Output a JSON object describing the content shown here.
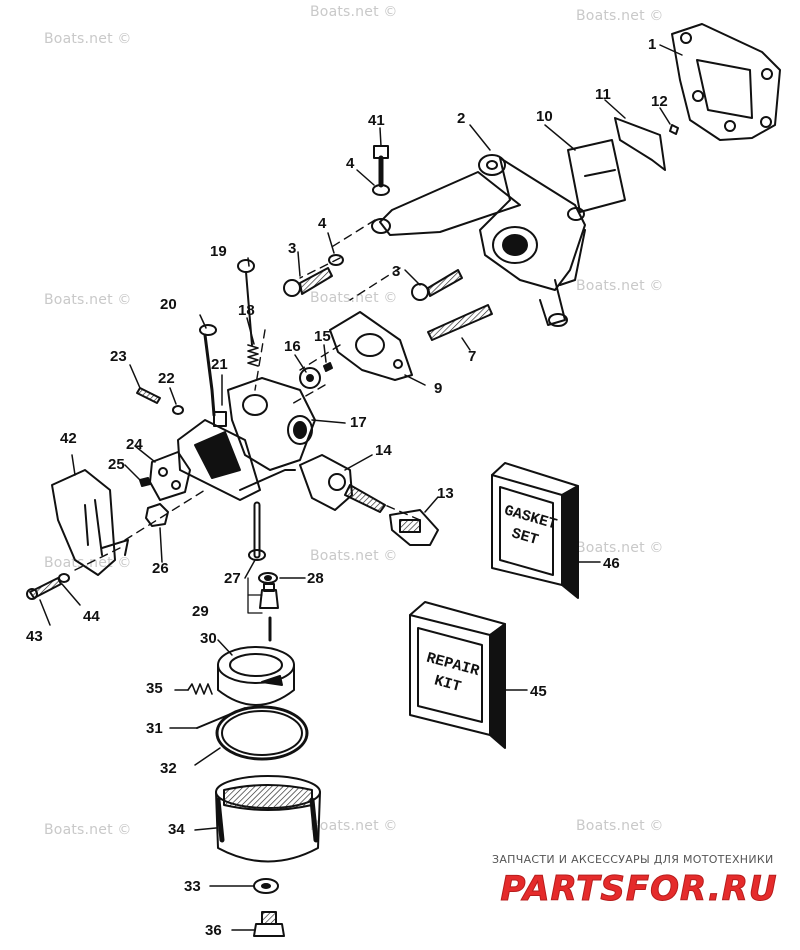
{
  "watermark": "Boats.net ©",
  "brand": {
    "caption": "ЗАПЧАСТИ И АКСЕССУАРЫ ДЛЯ МОТОТЕХНИКИ",
    "logo_text": "PARTSFOR.RU",
    "logo_color": "#e52b2b"
  },
  "kits": {
    "gasket": [
      "GASKET",
      "SET"
    ],
    "repair": [
      "REPAIR",
      "KIT"
    ]
  },
  "callouts": {
    "c1": "1",
    "c2": "2",
    "c3a": "3",
    "c3b": "3",
    "c4a": "4",
    "c4b": "4",
    "c7": "7",
    "c9": "9",
    "c10": "10",
    "c11": "11",
    "c12": "12",
    "c13": "13",
    "c14": "14",
    "c15": "15",
    "c16": "16",
    "c17": "17",
    "c18": "18",
    "c19": "19",
    "c20": "20",
    "c21": "21",
    "c22": "22",
    "c23": "23",
    "c24": "24",
    "c25": "25",
    "c26": "26",
    "c27": "27",
    "c28": "28",
    "c29": "29",
    "c30": "30",
    "c31": "31",
    "c32": "32",
    "c33": "33",
    "c34": "34",
    "c35": "35",
    "c36": "36",
    "c41": "41",
    "c42": "42",
    "c43": "43",
    "c44": "44",
    "c45": "45",
    "c46": "46"
  }
}
